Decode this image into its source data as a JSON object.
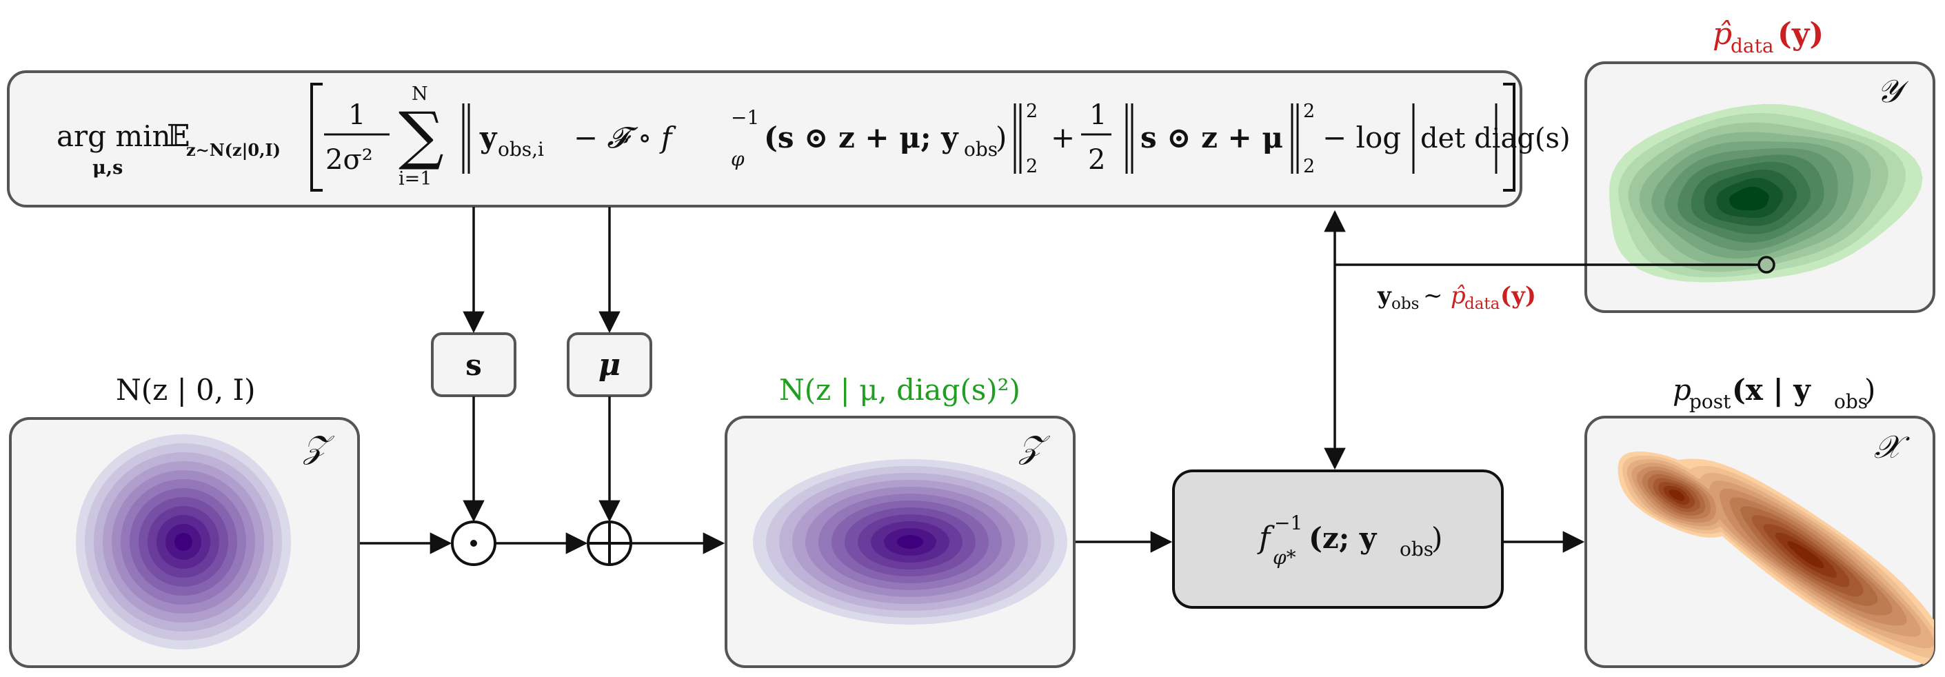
{
  "colors": {
    "purple_dark": "#3f007d",
    "purple_light": "#dadaeb",
    "green_dark": "#00441b",
    "green_light": "#c7e9c0",
    "orange_dark": "#7f2704",
    "orange_light": "#fdd0a2",
    "green_title": "#1f9e1f",
    "red_text": "#cc1f1f",
    "box_fill": "#f4f4f4",
    "box_stroke": "#555555",
    "op_fill": "#dcdcdc"
  },
  "objective": {
    "argmin": "arg min",
    "argmin_sub": "μ,s",
    "expect": "𝔼",
    "expect_sub": "z∼N(z|0,I)",
    "frac1_num": "1",
    "frac1_den": "2σ²",
    "sum_top": "N",
    "sum_bottom": "i=1",
    "norm1_body": "y",
    "norm1_sub": "obs,i",
    "norm1_rest": "− 𝓕 ∘ f",
    "f_sub": "φ",
    "f_sup": "−1",
    "norm1_arg": "(s ⊙ z + μ; y",
    "norm1_arg_sub": "obs",
    "norm1_arg_close": ")",
    "norm_sub": "2",
    "norm_sup": "2",
    "plus": "+",
    "frac2_num": "1",
    "frac2_den": "2",
    "norm2_body": "s ⊙ z + μ",
    "minus_log": "− log",
    "det_body": "det diag(s)"
  },
  "latent_prior": {
    "title": "N(z | 0, I)",
    "space_label": "𝒵"
  },
  "param_s": {
    "label": "s"
  },
  "param_mu": {
    "label": "μ"
  },
  "op_hadamard": {
    "symbol": "⊙"
  },
  "op_plus": {
    "symbol": "⊕"
  },
  "latent_post": {
    "title": "N(z | μ, diag(s)²)",
    "space_label": "𝒵"
  },
  "flow": {
    "label_f": "f",
    "label_sup": "−1",
    "label_sub": "φ*",
    "label_arg": "(z; y",
    "label_arg_sub": "obs",
    "label_close": ")"
  },
  "data_space": {
    "title_p": "p̂",
    "title_sub": "data",
    "title_arg": "(y)",
    "space_label": "𝒴"
  },
  "sample_label": {
    "y": "y",
    "y_sub": "obs",
    "sim": "∼",
    "p": "p̂",
    "p_sub": "data",
    "p_arg": "(y)"
  },
  "posterior": {
    "title_p": "p",
    "title_sub": "post",
    "title_arg": "(x | y",
    "title_arg_sub": "obs",
    "title_close": ")",
    "space_label": "𝒳"
  }
}
